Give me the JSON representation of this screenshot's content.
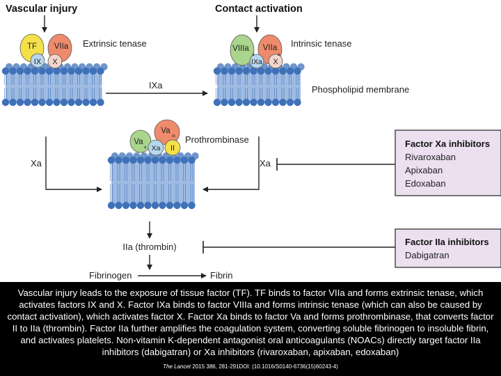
{
  "diagram": {
    "headings": {
      "vascular_injury": "Vascular injury",
      "contact_activation": "Contact activation"
    },
    "complexes": {
      "extrinsic_tenase": "Extrinsic tenase",
      "intrinsic_tenase": "Intrinsic tenase",
      "prothrombinase": "Prothrombinase",
      "phospholipid_membrane": "Phospholipid membrane"
    },
    "factors": {
      "tf": "TF",
      "viia": "VIIa",
      "ix": "IX",
      "x": "X",
      "viiia": "VIIIa",
      "ixa": "IXa",
      "va": "Va",
      "xa": "Xa",
      "ii": "II"
    },
    "subscripts": {
      "small": "a",
      "small_m": "m"
    },
    "products": {
      "ixa": "IXa",
      "xa_left": "Xa",
      "xa_right": "Xa",
      "thrombin": "IIa (thrombin)",
      "fibrinogen": "Fibrinogen",
      "fibrin": "Fibrin"
    },
    "inhibitor_boxes": {
      "xa": {
        "title": "Factor Xa inhibitors",
        "drugs": [
          "Rivaroxaban",
          "Apixaban",
          "Edoxaban"
        ]
      },
      "iia": {
        "title": "Factor IIa inhibitors",
        "drugs": [
          "Dabigatran"
        ]
      }
    },
    "colors": {
      "tf": "#f4e04a",
      "viia": "#ee8b6c",
      "ix": "#b7d7ee",
      "x": "#f3d5cb",
      "viiia": "#a9d58c",
      "va": "#a9d58c",
      "xa": "#b7d7ee",
      "ii": "#f4e04a",
      "va_m": "#ee8b6c",
      "membrane_head": "#3f71b9",
      "membrane_tail": "#9fbbe2",
      "inhibitor_box": "#ebdff0",
      "inhibitor_border": "#333333"
    }
  },
  "caption": "Vascular injury leads to the exposure of tissue factor (TF). TF binds to factor VIIa and forms extrinsic tenase, which activates factors IX and X. Factor IXa binds to factor VIIIa and forms intrinsic tenase (which can also be caused by contact activation), which activates factor X. Factor Xa binds to factor Va and forms prothrombinase, that converts factor II to IIa (thrombin). Factor IIa further amplifies the coagulation system, converting soluble fibrinogen to insoluble fibrin, and activates platelets. Non-vitamin K-dependent antagonist oral anticoagulants (NOACs) directly target factor IIa inhibitors (dabigatran) or Xa inhibitors (rivaroxaban, apixaban, edoxaban)",
  "citation": {
    "journal": "The Lancet",
    "details": " 2015 386, 281-291DOI: (10.1016/S0140-6736(15)60243-4)"
  }
}
